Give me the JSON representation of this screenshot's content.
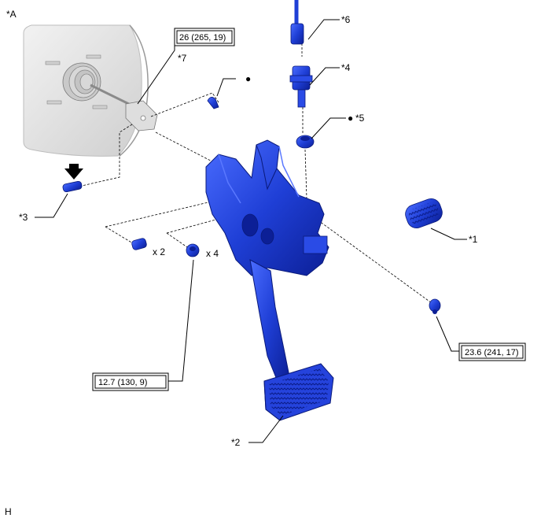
{
  "view_label": "*A",
  "corner_code": "H",
  "callouts": {
    "c1": "*1",
    "c2": "*2",
    "c3": "*3",
    "c4": "*4",
    "c5": "*5",
    "c6": "*6",
    "c7": "*7"
  },
  "torque": {
    "t_top": "26 (265, 19)",
    "t_left": "12.7 (130, 9)",
    "t_right": "23.6 (241, 17)"
  },
  "quantities": {
    "q2": "x 2",
    "q4": "x 4"
  },
  "marks": {
    "dot": "●"
  },
  "colors": {
    "part_blue": "#1f3fd6",
    "part_blue_dark": "#0e22a0",
    "part_blue_light": "#5a78ff",
    "booster_grey": "#e6e6e6"
  }
}
